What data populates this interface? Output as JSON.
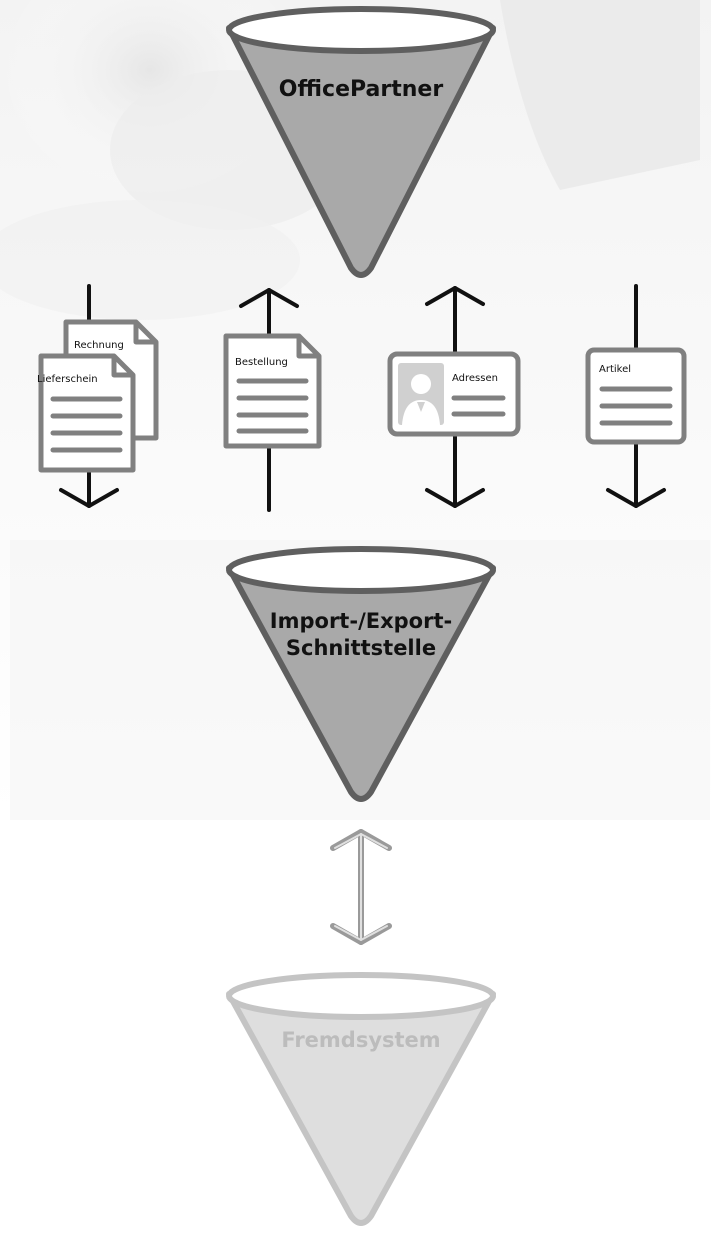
{
  "funnels": {
    "top": {
      "label": "OfficePartner"
    },
    "middle": {
      "label_line1": "Import-/Export-",
      "label_line2": "Schnittstelle"
    },
    "bottom": {
      "label": "Fremdsystem"
    }
  },
  "documents": {
    "rechnung": "Rechnung",
    "lieferschein": "Lieferschein",
    "bestellung": "Bestellung",
    "adressen": "Adressen",
    "artikel": "Artikel"
  },
  "colors": {
    "funnel_fill": "#a9a9a9",
    "funnel_stroke": "#5f5f5f",
    "doc_stroke": "#808080",
    "arrow": "#111111",
    "faded": "#c4c4c4",
    "faded_fill": "#dedede"
  }
}
